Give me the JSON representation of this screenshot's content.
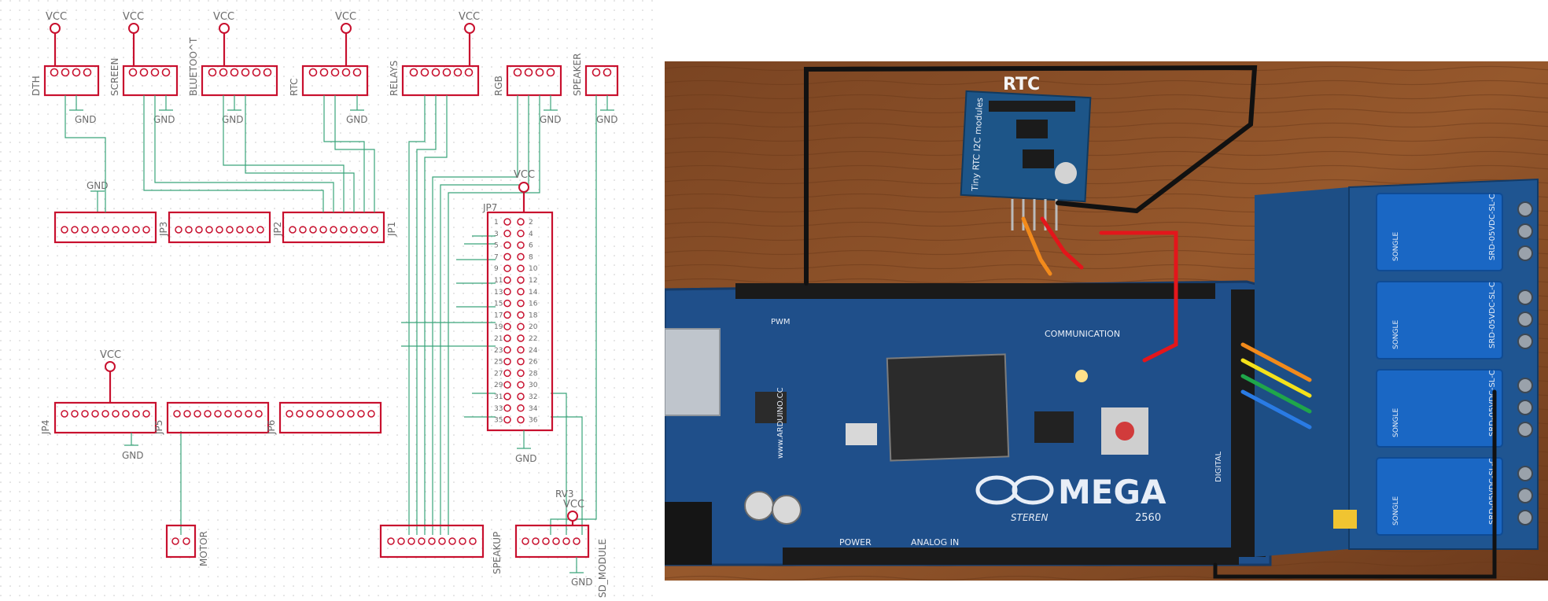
{
  "schematic": {
    "power_label": "VCC",
    "ground_label": "GND",
    "top_headers": [
      "DTH",
      "SCREEN",
      "BLUETOO^T",
      "RTC",
      "RELAYS",
      "RGB",
      "SPEAKER"
    ],
    "mid_headers": [
      "JP3",
      "JP2",
      "JP1"
    ],
    "bottom_headers": [
      "JP4",
      "JP5",
      "JP6"
    ],
    "main_header": "JP7",
    "main_header_pins_left": [
      "1",
      "3",
      "5",
      "7",
      "9",
      "11",
      "13",
      "15",
      "17",
      "19",
      "21",
      "23",
      "25",
      "27",
      "29",
      "31",
      "33",
      "35"
    ],
    "main_header_pins_right": [
      "2",
      "4",
      "6",
      "8",
      "10",
      "12",
      "14",
      "16",
      "18",
      "20",
      "22",
      "24",
      "26",
      "28",
      "30",
      "32",
      "34",
      "36"
    ],
    "motor_label": "MOTOR",
    "speakup_label": "SPEAKUP",
    "sd_label": "SD_MODULE",
    "sd_part": "RV3"
  },
  "photo": {
    "rtc_caption": "RTC",
    "rtc_board_text": "Tiny RTC I2C modules",
    "arduino_brand": "MEGA",
    "arduino_model": "2560",
    "arduino_maker": "STEREN",
    "arduino_site": "www.ARDUINO.CC",
    "comm_label": "COMMUNICATION",
    "analog_label": "ANALOG IN",
    "power_label": "POWER",
    "pwm_label": "PWM",
    "digital_label": "DIGITAL",
    "relay_text": "SRD-05VDC-SL-C",
    "relay_brand": "SONGLE",
    "wire_colors": {
      "black": "#111111",
      "red": "#e3161b",
      "orange": "#f28a1b",
      "yellow": "#f4e11a",
      "green": "#1fa64a",
      "blue": "#2a7be4"
    }
  }
}
